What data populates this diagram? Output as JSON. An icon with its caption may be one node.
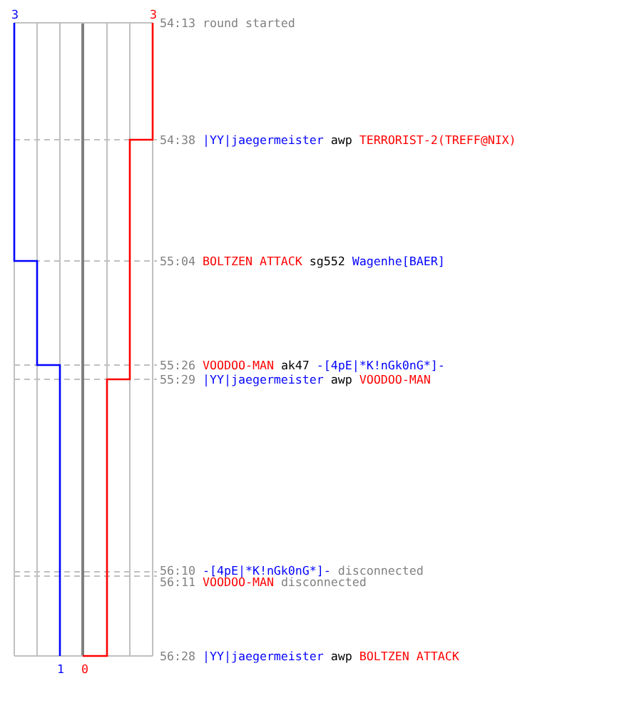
{
  "diagram": {
    "labels": [
      "3",
      "3",
      "54:13",
      "round started",
      "54:38",
      "|YY|jaegermeister",
      "awp",
      "TERRORIST-2(TREFF@NIX)",
      "55:04",
      "BOLTZEN ATTACK",
      "sg552",
      "Wagenhe[BAER]",
      "55:26",
      "VOODOO-MAN",
      "ak47",
      "-[4pE|*K!nGk0nG*]-",
      "55:29",
      "|YY|jaegermeister",
      "awp",
      "VOODOO-MAN",
      "56:10",
      "-[4pE|*K!nGk0nG*]-",
      "disconnected",
      "56:11",
      "VOODOO-MAN",
      "disconnected",
      "1",
      "0",
      "56:28",
      "|YY|jaegermeister",
      "awp",
      "BOLTZEN ATTACK"
    ]
  }
}
